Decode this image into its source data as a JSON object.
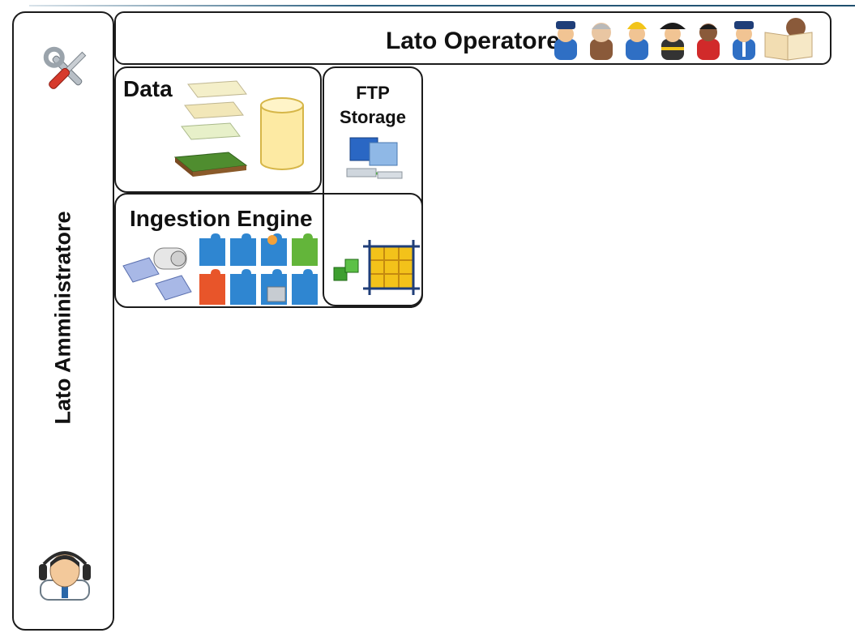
{
  "header": {
    "rule_color": "#2b5f7f"
  },
  "admin_panel": {
    "label": "Lato Amministratore",
    "icons": [
      "tools-icon",
      "admin-avatar-icon"
    ]
  },
  "operator_bar": {
    "label": "Lato Operatore",
    "icons": [
      "police-officer-icon",
      "elderly-person-icon",
      "construction-worker-icon",
      "firefighter-icon",
      "red-shirt-person-icon",
      "security-guard-icon",
      "newspaper-reader-icon"
    ]
  },
  "data_box": {
    "label": "Data",
    "icons": [
      "map-layers-icon",
      "database-cylinder-icon"
    ]
  },
  "ftp_box": {
    "label_line1": "FTP",
    "label_line2": "Storage",
    "icons": [
      "network-computers-icon"
    ]
  },
  "ingestion_box": {
    "label": "Ingestion Engine",
    "icons": [
      "satellite-icon",
      "puzzle-plugins-icon",
      "green-blocks-icon",
      "grid-frame-icon"
    ]
  },
  "colors": {
    "border": "#1b1b1b",
    "puzzle_blue": "#2f86d1",
    "puzzle_orange": "#e8552a",
    "puzzle_green": "#63b53a",
    "database_fill": "#fdeaa3"
  }
}
